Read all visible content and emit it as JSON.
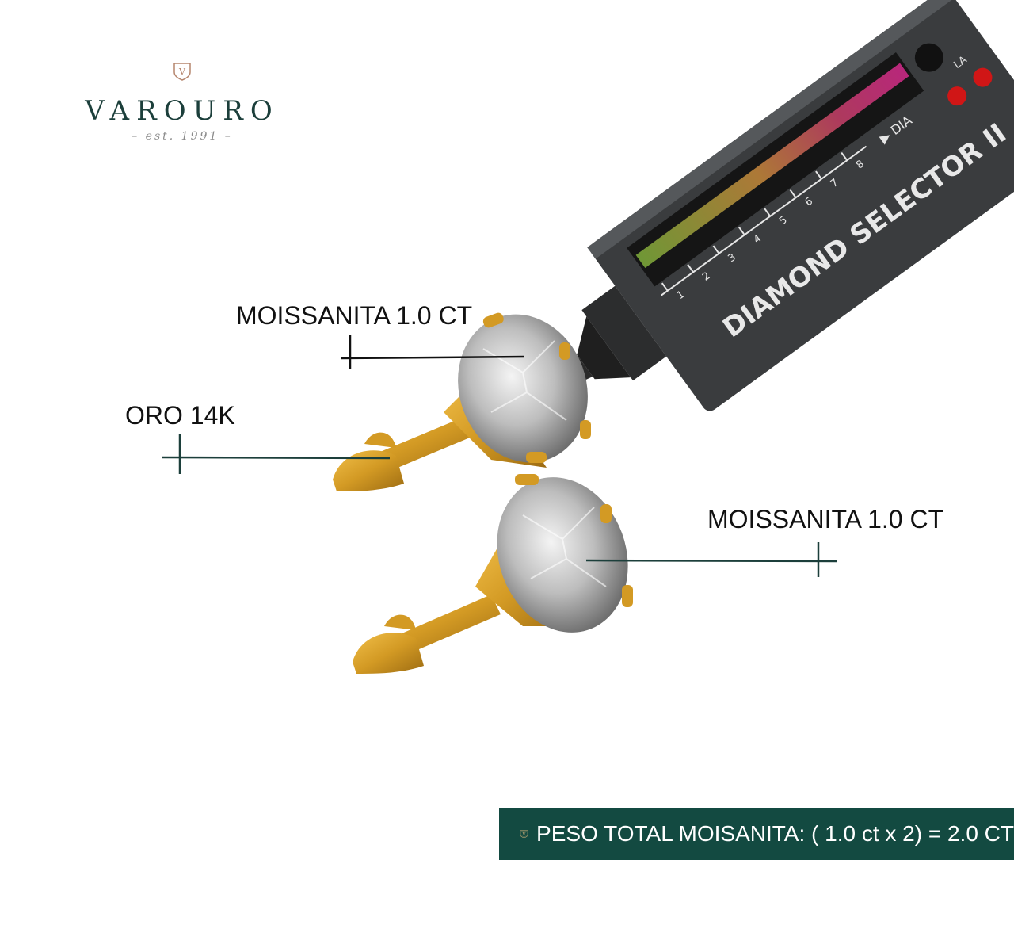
{
  "brand": {
    "mark": "V",
    "name": "VAROURO",
    "est": "– est. 1991 –"
  },
  "labels": {
    "moissanite_top": "MOISSANITA 1.0 CT",
    "gold": "ORO 14K",
    "moissanite_bottom": "MOISSANITA 1.0 CT"
  },
  "tester": {
    "name": "DIAMOND SELECTOR II",
    "dia_mark": "▶ DIA",
    "scale": [
      "1",
      "2",
      "3",
      "4",
      "5",
      "6",
      "7",
      "8"
    ],
    "light_labels": [
      "LA"
    ]
  },
  "banner": {
    "mark": "V",
    "text": "PESO TOTAL MOISANITA: ( 1.0 ct x 2) = 2.0 CT"
  },
  "colors": {
    "brand": "#1c3f3b",
    "banner_bg": "#134a41",
    "gold": "#d39a24",
    "device": "#3a3c3e"
  }
}
